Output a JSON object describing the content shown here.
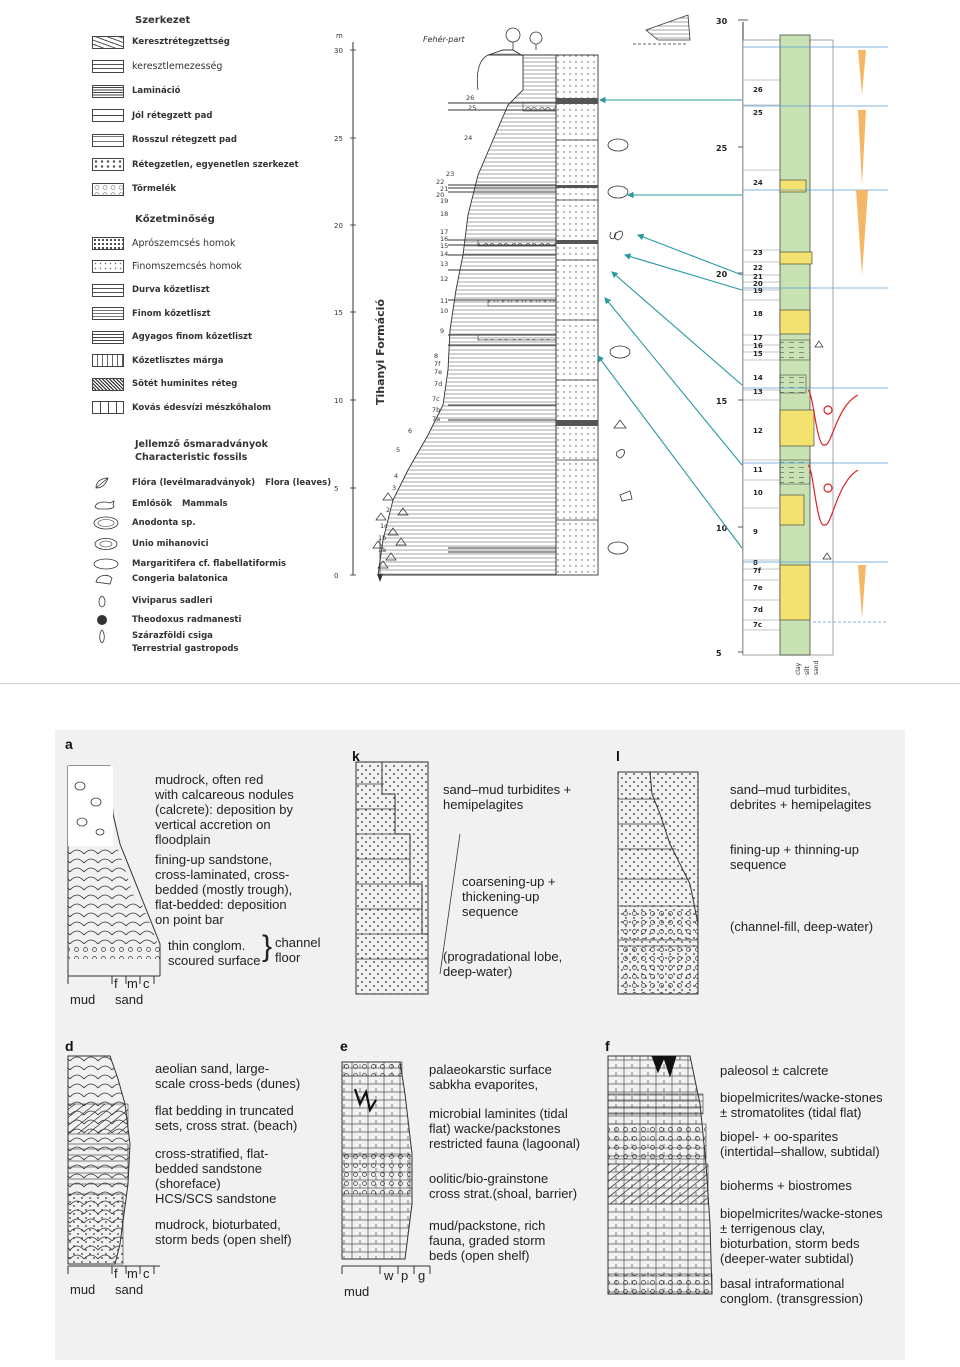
{
  "legend": {
    "structure_title": "Szerkezet",
    "structure_items": [
      {
        "label": "Keresztrétegzettség",
        "pattern": "cross"
      },
      {
        "label": "keresztlemezesség",
        "pattern": "wavy",
        "light": true
      },
      {
        "label": "Lamináció",
        "pattern": "lam"
      },
      {
        "label": "Jól rétegzett pad",
        "pattern": "bed"
      },
      {
        "label": "Rosszul rétegzett pad",
        "pattern": "pbed"
      },
      {
        "label": "Rétegzetlen, egyenetlen szerkezet",
        "pattern": "rubble"
      },
      {
        "label": "Törmelék",
        "pattern": "debris"
      }
    ],
    "lith_title": "Kőzetminőség",
    "lith_items": [
      {
        "label": "Aprószemcsés homok",
        "pattern": "dots",
        "light": true
      },
      {
        "label": "Finomszemcsés homok",
        "pattern": "fdots",
        "light": true
      },
      {
        "label": "Durva kőzetliszt",
        "pattern": "dash"
      },
      {
        "label": "Finom kőzetliszt",
        "pattern": "fdash"
      },
      {
        "label": "Agyagos finom kőzetliszt",
        "pattern": "clay"
      },
      {
        "label": "Kőzetlisztes márga",
        "pattern": "marl"
      },
      {
        "label": "Sötét huminites réteg",
        "pattern": "hum"
      },
      {
        "label": "Kovás édesvízi mészkőhalom",
        "pattern": "brick"
      }
    ],
    "fossil_title_hu": "Jellemző ősmaradványok",
    "fossil_title_en": "Characteristic fossils",
    "fossil_items": [
      {
        "label": "Flóra (levélmaradványok)",
        "extra": "Flora (leaves)",
        "icon": "leaf"
      },
      {
        "label": "Emlősök",
        "extra": "Mammals",
        "icon": "mammal"
      },
      {
        "label": "Anodonta sp.",
        "extra": "",
        "icon": "shell"
      },
      {
        "label": "Unio mihanovici",
        "extra": "",
        "icon": "shell2"
      },
      {
        "label": "Margaritifera cf. flabellatiformis",
        "extra": "",
        "icon": "shell3"
      },
      {
        "label": "Congeria balatonica",
        "extra": "",
        "icon": "shell4"
      },
      {
        "label": "Viviparus sadleri",
        "extra": "",
        "icon": "snail"
      },
      {
        "label": "Theodoxus radmanesti",
        "extra": "",
        "icon": "snail2"
      },
      {
        "label": "Szárazföldi csiga",
        "extra": "",
        "icon": "snail3"
      },
      {
        "label": "Terrestrial gastropods",
        "extra": "",
        "icon": "none"
      }
    ]
  },
  "section": {
    "site": "Fehér-part",
    "formation": "Tihanyi Formáció",
    "unit": "m",
    "scale": [
      "30",
      "25",
      "20",
      "15",
      "10",
      "5",
      "0"
    ],
    "layers": [
      "26",
      "25",
      "24",
      "23",
      "22",
      "21",
      "20",
      "19",
      "18",
      "17",
      "16",
      "15",
      "14",
      "13",
      "12",
      "11",
      "10",
      "9",
      "8",
      "7f",
      "7e",
      "7d",
      "7c",
      "7b",
      "7a",
      "6",
      "5",
      "4",
      "3",
      "2",
      "1c",
      "1b",
      "1a"
    ]
  },
  "column": {
    "scale": [
      "30",
      "25",
      "20",
      "15",
      "10",
      "5"
    ],
    "layers": [
      "26",
      "25",
      "24",
      "23",
      "22",
      "21",
      "20",
      "19",
      "18",
      "17",
      "16",
      "15",
      "14",
      "13",
      "12",
      "11",
      "10",
      "9",
      "8",
      "7f",
      "7e",
      "7d",
      "7c"
    ],
    "footer": [
      "clay",
      "silt",
      "sand"
    ]
  },
  "panels": {
    "a": {
      "label": "a",
      "texts": [
        "mudrock, often red\nwith calcareous nodules\n(calcrete): deposition by\nvertical accretion on\nfloodplain",
        "fining-up sandstone,\ncross-laminated, cross-\nbedded (mostly trough),\nflat-bedded: deposition\non point bar",
        "thin conglom.\nscoured surface"
      ],
      "brace": "channel\nfloor",
      "axis": [
        "mud",
        "f",
        "m",
        "c",
        "sand"
      ]
    },
    "k": {
      "label": "k",
      "texts": [
        "sand–mud turbidites +\nhemipelagites",
        "coarsening-up +\nthickening-up\nsequence",
        "(progradational lobe,\ndeep-water)"
      ]
    },
    "l": {
      "label": "l",
      "texts": [
        "sand–mud turbidites,\ndebrites + hemipelagites",
        "fining-up + thinning-up\nsequence",
        "(channel-fill, deep-water)"
      ]
    },
    "d": {
      "label": "d",
      "texts": [
        "aeolian sand, large-\nscale cross-beds (dunes)",
        "flat bedding in truncated\nsets, cross strat. (beach)",
        "cross-stratified, flat-\nbedded sandstone\n(shoreface)\nHCS/SCS sandstone",
        "mudrock, bioturbated,\nstorm beds (open shelf)"
      ],
      "axis": [
        "mud",
        "f",
        "m",
        "c",
        "sand"
      ]
    },
    "e": {
      "label": "e",
      "texts": [
        "palaeokarstic surface\nsabkha evaporites,",
        "microbial laminites (tidal\nflat) wacke/packstones\nrestricted fauna (lagoonal)",
        "oolitic/bio-grainstone\ncross strat.(shoal, barrier)",
        "mud/packstone, rich\nfauna, graded storm\nbeds (open shelf)"
      ],
      "axis": [
        "mud",
        "w",
        "p",
        "g"
      ]
    },
    "f": {
      "label": "f",
      "texts": [
        "paleosol ± calcrete",
        "biopelmicrites/wacke-stones\n± stromatolites (tidal flat)",
        "biopel- + oo-sparites\n(intertidal–shallow, subtidal)",
        "bioherms + biostromes",
        "biopelmicrites/wacke-stones\n± terrigenous clay,\nbioturbation, storm beds\n(deeper-water subtidal)",
        "basal intraformational\nconglom. (transgression)"
      ]
    }
  }
}
